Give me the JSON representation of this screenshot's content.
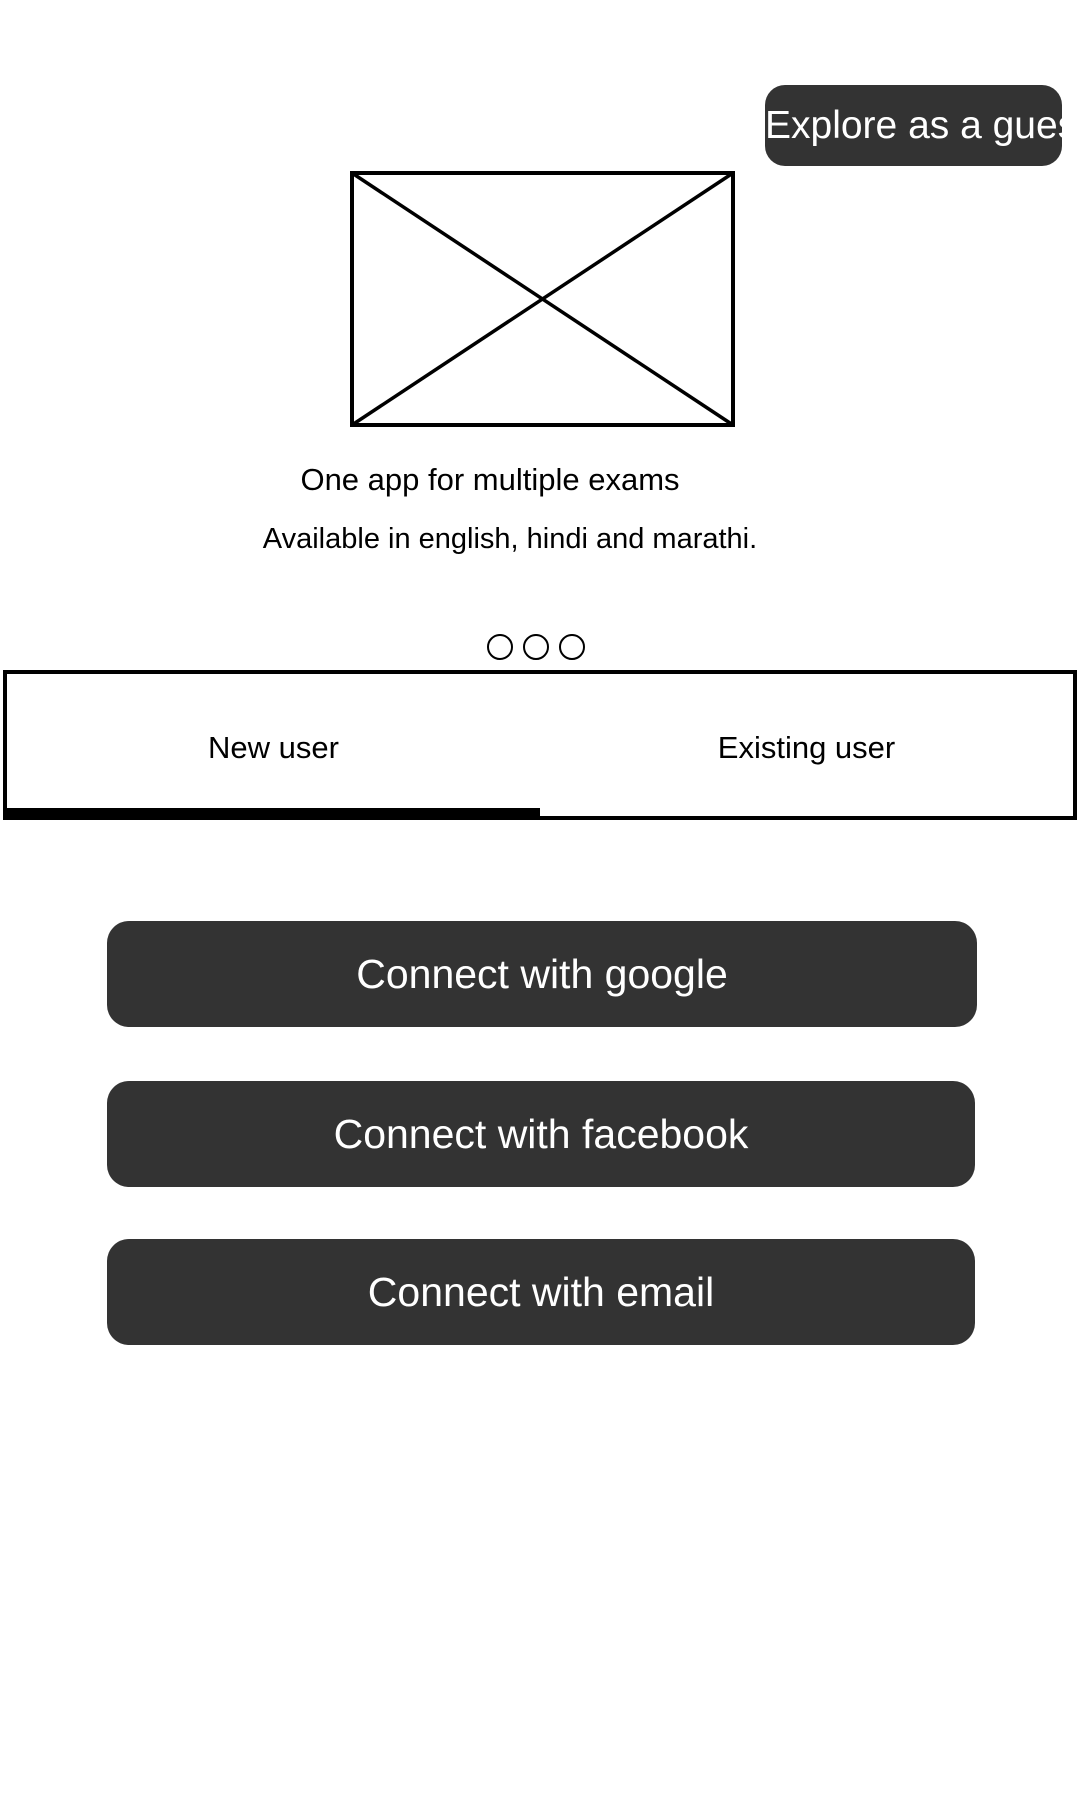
{
  "guest_button": {
    "label": "Explore as a guest"
  },
  "onboarding": {
    "image_icon": "image-placeholder-icon",
    "headline": "One app for multiple exams",
    "subline": "Available in english, hindi and marathi.",
    "page_count": 3,
    "active_page": 1
  },
  "tabs": [
    {
      "label": "New user",
      "selected": true
    },
    {
      "label": "Existing user",
      "selected": false
    }
  ],
  "connect": {
    "google_label": "Connect with google",
    "facebook_label": "Connect with facebook",
    "email_label": "Connect with email"
  },
  "colors": {
    "button_background": "#333333",
    "button_text": "#ffffff",
    "outline": "#000000"
  }
}
